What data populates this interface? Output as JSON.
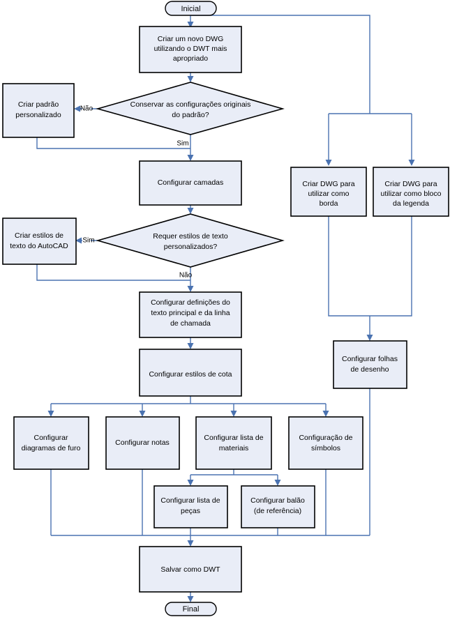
{
  "diagram": {
    "title": "Fluxograma de configuracao de DWT",
    "colors": {
      "node_fill": "#e9edf7",
      "node_stroke": "#000000",
      "connector": "#4a72b0",
      "background": "#ffffff",
      "text": "#000000"
    },
    "nodes": {
      "start": {
        "label": "Inicial",
        "shape": "terminator"
      },
      "create_dwg": {
        "label": "Criar um novo DWG utilizando o DWT mais apropriado",
        "lines": [
          "Criar um novo DWG",
          "utilizando o DWT mais",
          "apropriado"
        ],
        "shape": "process"
      },
      "decision_defaults": {
        "label": "Conservar as configurações originais do padrão?",
        "lines": [
          "Conservar as configurações originais",
          "do padrão?"
        ],
        "shape": "decision"
      },
      "custom_standard": {
        "label": "Criar padrão personalizado",
        "lines": [
          "Criar padrão",
          "personalizado"
        ],
        "shape": "process"
      },
      "config_layers": {
        "label": "Configurar camadas",
        "lines": [
          "Configurar camadas"
        ],
        "shape": "process"
      },
      "decision_text_styles": {
        "label": "Requer estilos de texto personalizados?",
        "lines": [
          "Requer estilos de texto",
          "personalizados?"
        ],
        "shape": "decision"
      },
      "autocad_text_styles": {
        "label": "Criar estilos de texto do AutoCAD",
        "lines": [
          "Criar estilos de",
          "texto do AutoCAD"
        ],
        "shape": "process"
      },
      "text_leader_defs": {
        "label": "Configurar definições do texto principal e da linha de chamada",
        "lines": [
          "Configurar definições do",
          "texto principal e da linha",
          "de chamada"
        ],
        "shape": "process"
      },
      "dim_styles": {
        "label": "Configurar estilos de cota",
        "lines": [
          "Configurar estilos de cota"
        ],
        "shape": "process"
      },
      "dwg_border": {
        "label": "Criar DWG para utilizar como borda",
        "lines": [
          "Criar DWG para",
          "utilizar como",
          "borda"
        ],
        "shape": "process"
      },
      "dwg_title_block": {
        "label": "Criar DWG para utilizar como bloco da legenda",
        "lines": [
          "Criar DWG para",
          "utilizar como bloco",
          "da legenda"
        ],
        "shape": "process"
      },
      "sheets": {
        "label": "Configurar folhas de desenho",
        "lines": [
          "Configurar folhas",
          "de desenho"
        ],
        "shape": "process"
      },
      "hole_charts": {
        "label": "Configurar diagramas de furo",
        "lines": [
          "Configurar",
          "diagramas de furo"
        ],
        "shape": "process"
      },
      "notes": {
        "label": "Configurar notas",
        "lines": [
          "Configurar notas"
        ],
        "shape": "process"
      },
      "bom": {
        "label": "Configurar lista de materiais",
        "lines": [
          "Configurar lista de",
          "materiais"
        ],
        "shape": "process"
      },
      "symbols": {
        "label": "Configuração de símbolos",
        "lines": [
          "Configuração de",
          "símbolos"
        ],
        "shape": "process"
      },
      "parts_list": {
        "label": "Configurar lista de peças",
        "lines": [
          "Configurar lista de",
          "peças"
        ],
        "shape": "process"
      },
      "balloon": {
        "label": "Configurar balão (de referência)",
        "lines": [
          "Configurar balão",
          "(de referência)"
        ],
        "shape": "process"
      },
      "save_dwt": {
        "label": "Salvar como DWT",
        "lines": [
          "Salvar como DWT"
        ],
        "shape": "process"
      },
      "end": {
        "label": "Final",
        "shape": "terminator"
      }
    },
    "edge_labels": {
      "defaults_no": "Não",
      "defaults_yes": "Sim",
      "text_styles_yes": "Sim",
      "text_styles_no": "Não"
    }
  }
}
